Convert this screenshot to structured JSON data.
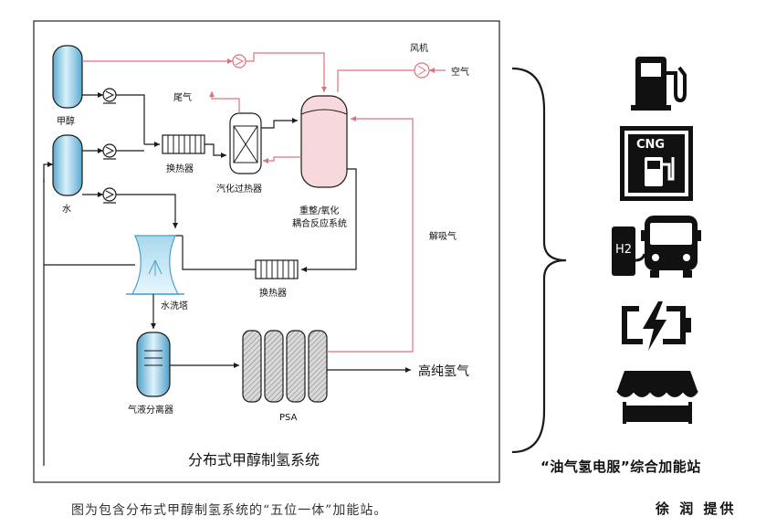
{
  "diagram": {
    "system_title": "分布式甲醇制氢系统",
    "components": {
      "methanol_tank": "甲醇",
      "water_tank": "水",
      "fan": "风机",
      "air": "空气",
      "tail_gas": "尾气",
      "heat_exchanger_top": "换热器",
      "vaporizer_superheater": "汽化过热器",
      "reformer_line1": "重整/氧化",
      "reformer_line2": "耦合反应系统",
      "desorption_gas": "解吸气",
      "water_wash_tower": "水洗塔",
      "heat_exchanger_bottom": "换热器",
      "gas_liquid_separator": "气液分离器",
      "psa": "PSA",
      "product": "高纯氢气"
    }
  },
  "station": {
    "icons": [
      "fuel-pump-icon",
      "cng-station-icon",
      "hydrogen-bus-icon",
      "battery-charging-icon",
      "convenience-store-icon"
    ],
    "cng_label": "CNG",
    "h2_label": "H2",
    "label": "“油气氢电服”综合加能站"
  },
  "caption": "图为包含分布式甲醇制氢系统的“五位一体”加能站。",
  "credit": "徐 润 提供",
  "colors": {
    "process_line": "#1a1a1a",
    "gas_line": "#e0707a",
    "tank_fill": "#9fd6ee",
    "reactor_fill": "#f6d8dd"
  }
}
